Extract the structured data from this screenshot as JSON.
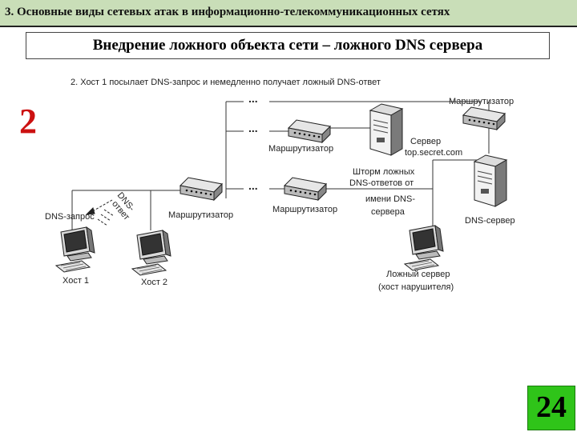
{
  "slide": {
    "header_title": "3. Основные виды сетевых атак в информационно-телекоммуникационных сетях",
    "subtitle": "Внедрение ложного объекта сети – ложного DNS сервера",
    "step_number": "2",
    "page_number": "24"
  },
  "diagram": {
    "caption": "2. Хост 1 посылает DNS-запрос и немедленно получает ложный DNS-ответ",
    "dots": "...",
    "routers": {
      "top_right": "Маршрутизатор",
      "middle": "Маршрутизатор",
      "center": "Маршрутизатор",
      "lower_middle": "Маршрутизатор"
    },
    "server": {
      "line1": "Сервер",
      "line2": "top.secret.com"
    },
    "dns_server": "DNS-сервер",
    "storm": {
      "line1": "Шторм ложных",
      "line2": "DNS-ответов от",
      "line3": "имени DNS-",
      "line4": "сервера"
    },
    "dns_request": "DNS-запрос",
    "dns_answer": {
      "line1": "DNS-",
      "line2": "ответ"
    },
    "host1": "Хост 1",
    "host2": "Хост 2",
    "fake_server": {
      "line1": "Ложный сервер",
      "line2": "(хост нарушителя)"
    }
  }
}
